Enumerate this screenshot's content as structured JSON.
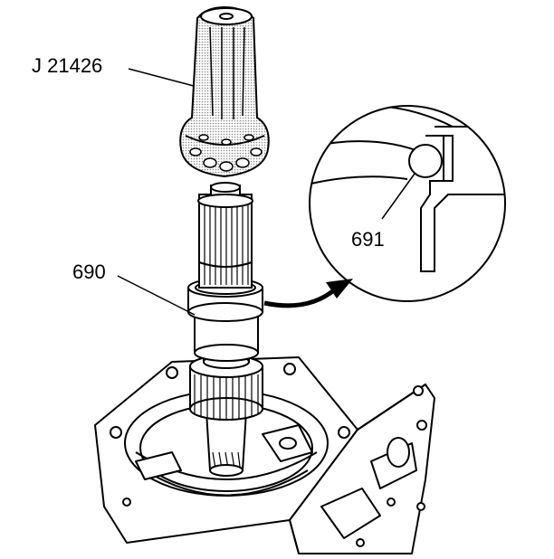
{
  "callouts": {
    "tool": "J 21426",
    "seal": "690",
    "detail_ring": "691"
  },
  "colors": {
    "line": "#000000",
    "background": "#ffffff",
    "stipple": "#9a9a9a"
  }
}
